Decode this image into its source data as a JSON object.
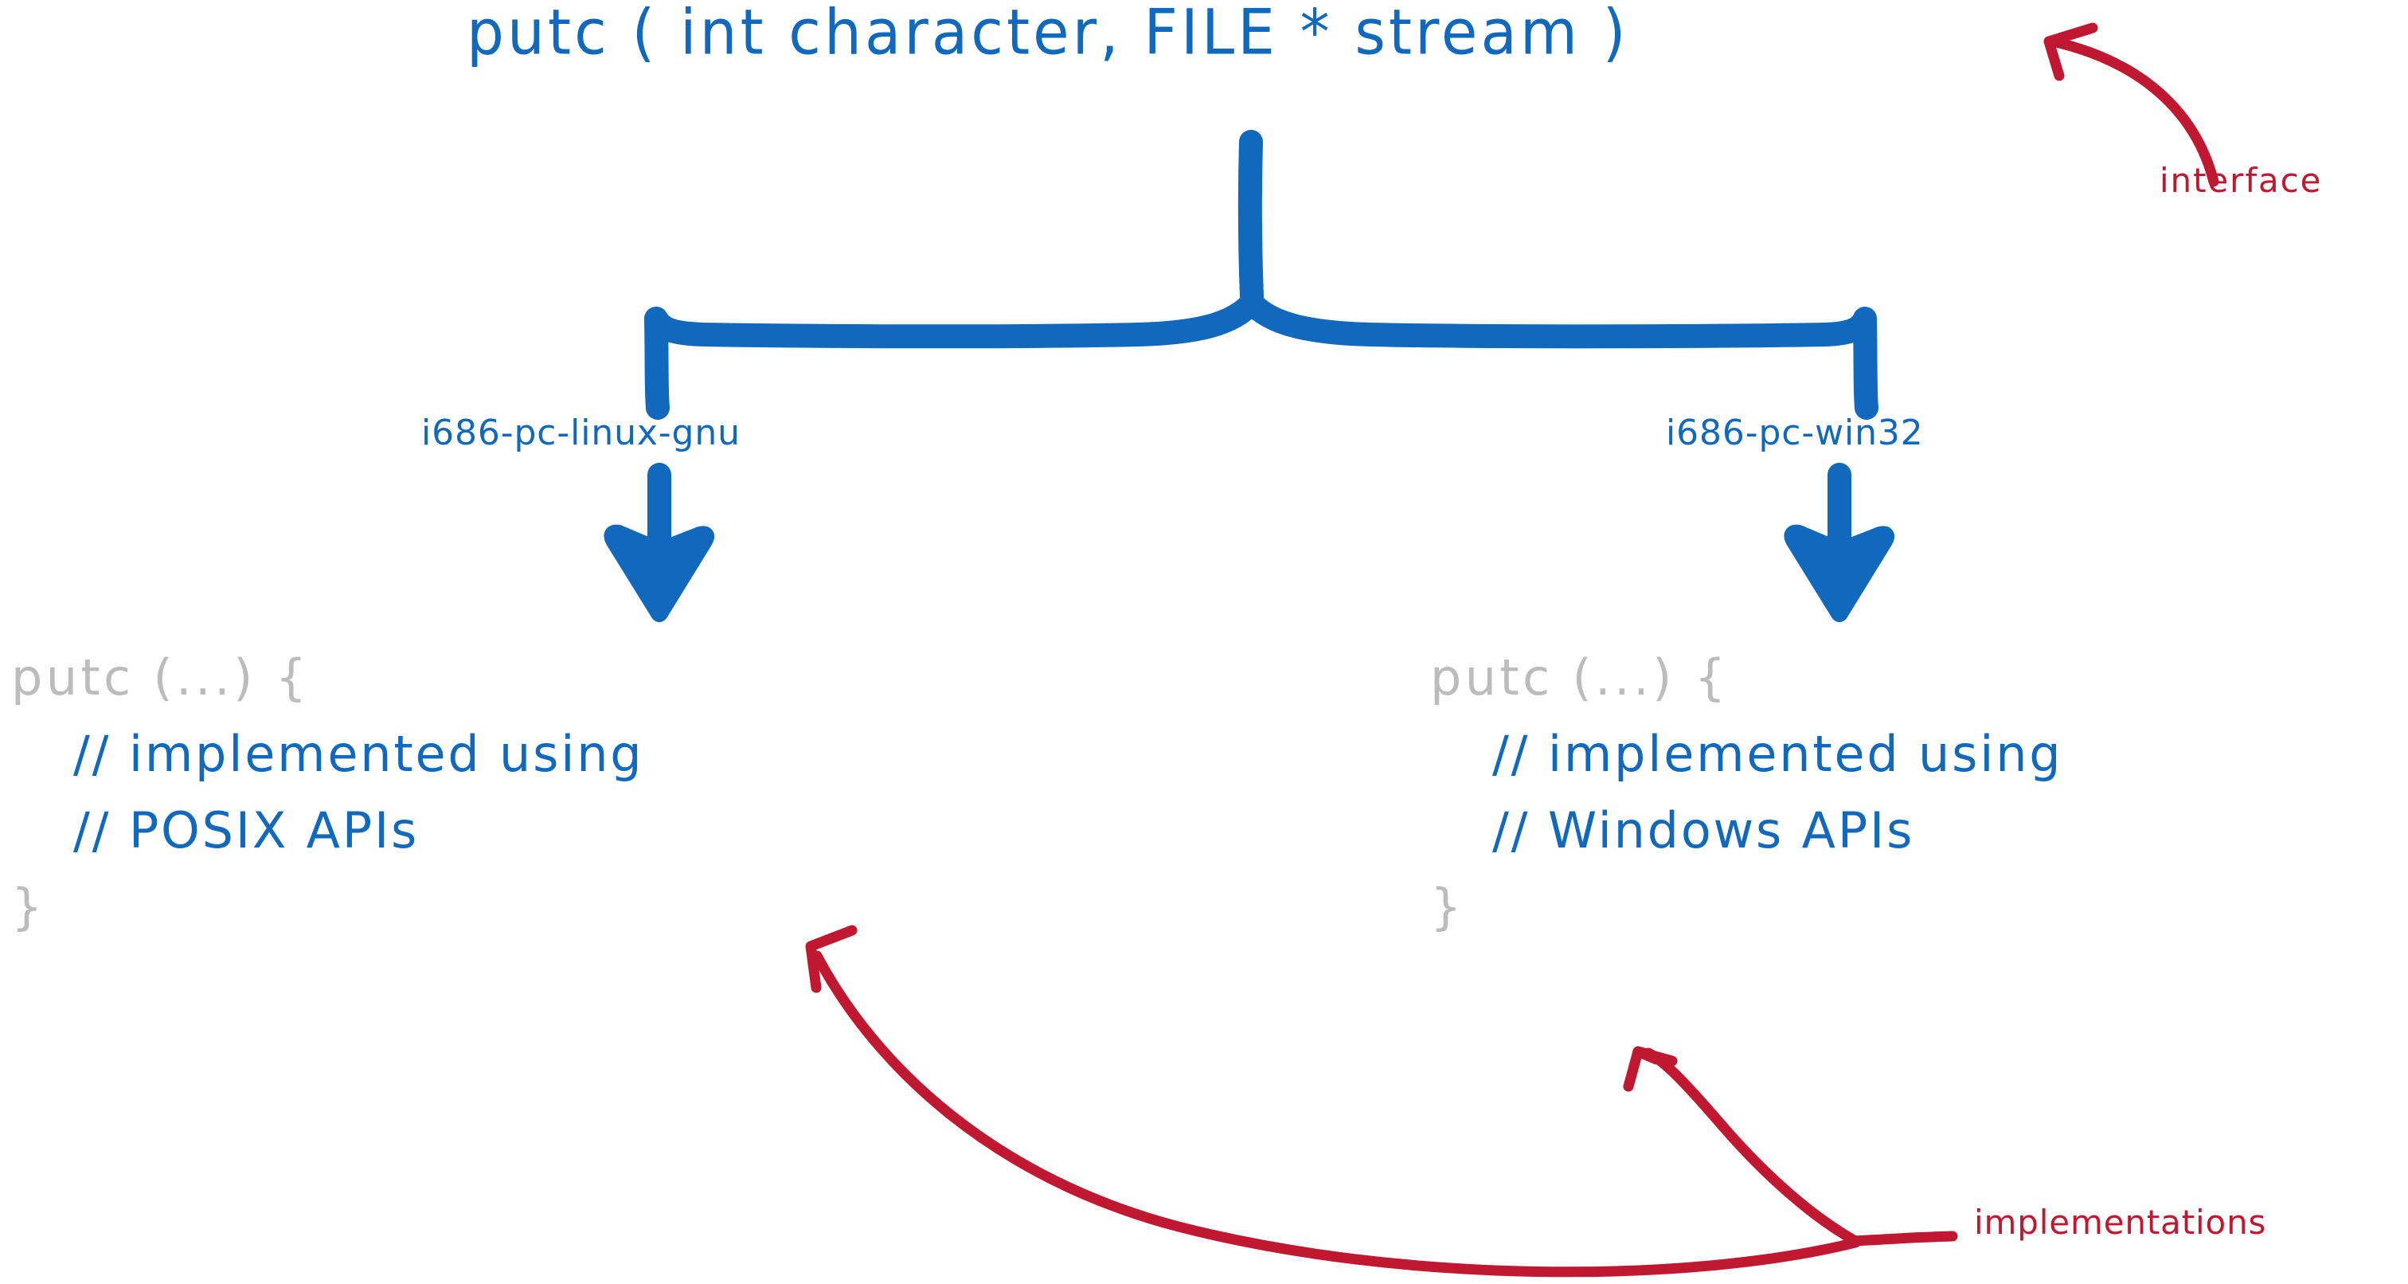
{
  "diagram": {
    "title": "putc interface and platform implementations",
    "background": "#ffffff",
    "colors": {
      "blue": "#1069bc",
      "red": "#c01830",
      "gray": "#bcbcbc"
    }
  },
  "signature": {
    "text": "putc ( int character, FILE * stream )"
  },
  "annotations": {
    "interface": "interface",
    "implementations": "implementations"
  },
  "branches": [
    {
      "triple": "i686-pc-linux-gnu",
      "code": {
        "open": "putc (...) {",
        "comment1": "// implemented using",
        "comment2": "// POSIX APIs",
        "close": "}"
      }
    },
    {
      "triple": "i686-pc-win32",
      "code": {
        "open": "putc (...) {",
        "comment1": "// implemented using",
        "comment2": "// Windows APIs",
        "close": "}"
      }
    }
  ]
}
